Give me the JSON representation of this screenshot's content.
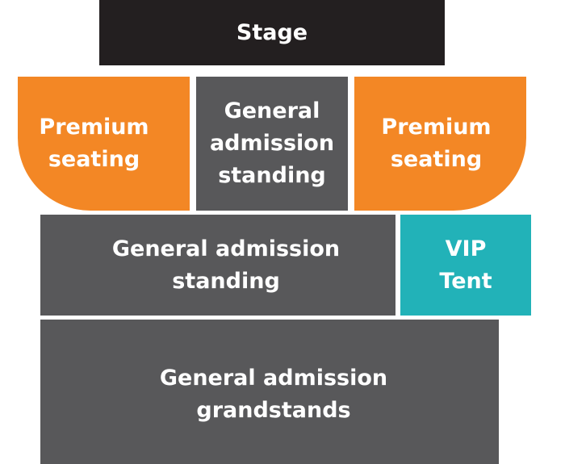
{
  "colors": {
    "stage": "#231f20",
    "premium": "#f38725",
    "general": "#58585a",
    "vip": "#22b2b8",
    "text": "#ffffff"
  },
  "zones": {
    "stage": "Stage",
    "premium_left": "Premium\nseating",
    "ga_center": "General\nadmission\nstanding",
    "premium_right": "Premium\nseating",
    "ga_standing": "General admission\nstanding",
    "vip_tent": "VIP\nTent",
    "ga_grandstands": "General admission\ngrandstands"
  }
}
